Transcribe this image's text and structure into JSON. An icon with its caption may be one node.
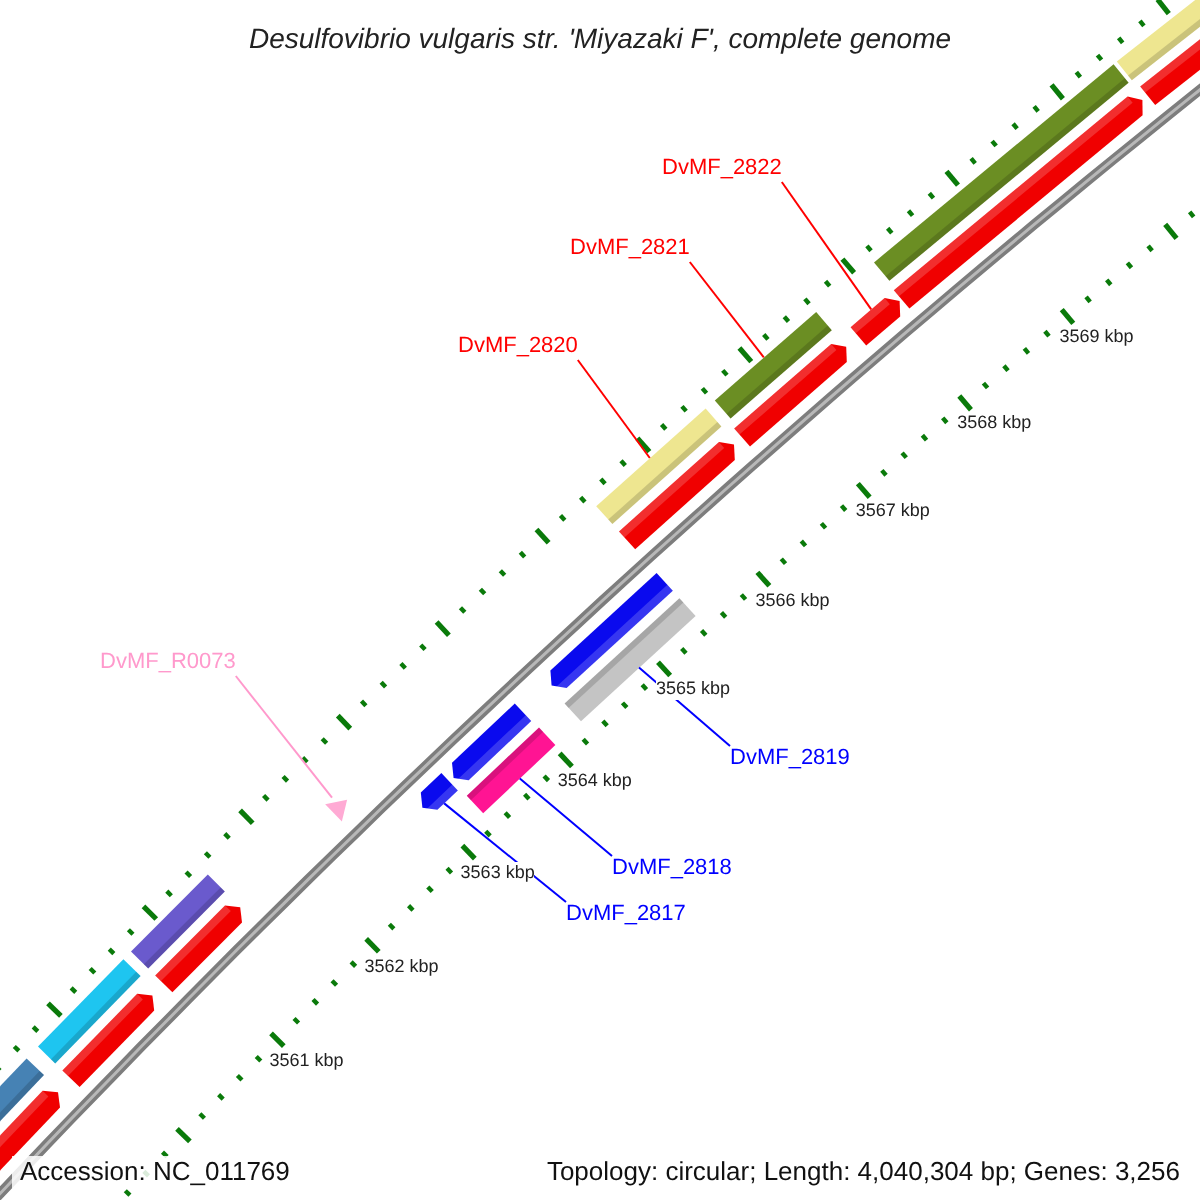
{
  "diagram": {
    "title": "Desulfovibrio vulgaris str. 'Miyazaki F', complete genome",
    "nodes": [
      {
        "text": [
          "DvMF_2822"
        ]
      },
      {
        "text": [
          "DvMF_2821"
        ]
      },
      {
        "text": [
          "DvMF_2820"
        ]
      },
      {
        "text": [
          "DvMF_R0073"
        ]
      },
      {
        "text": [
          "DvMF_2819"
        ]
      },
      {
        "text": [
          "DvMF_2818"
        ]
      },
      {
        "text": [
          "DvMF_2817"
        ]
      },
      {
        "text": [],
        "shape": "triangle"
      },
      {
        "text": [],
        "shape": "bar"
      },
      {
        "text": [],
        "shape": "bar"
      },
      {
        "text": [],
        "shape": "bar"
      },
      {
        "text": [],
        "shape": "bar"
      },
      {
        "text": [],
        "shape": "bar"
      },
      {
        "text": [],
        "shape": "bar"
      }
    ],
    "edges": [
      {
        "from": 0,
        "to": 13,
        "arrow": "none",
        "color": "#ff0000"
      },
      {
        "from": 1,
        "to": 12,
        "arrow": "none",
        "color": "#ff0000"
      },
      {
        "from": 2,
        "to": 11,
        "arrow": "none",
        "color": "#ff0000"
      },
      {
        "from": 3,
        "to": 7,
        "arrow": "none",
        "color": "#ff99cc"
      },
      {
        "from": 4,
        "to": 10,
        "arrow": "none",
        "color": "#0000ff"
      },
      {
        "from": 5,
        "to": 9,
        "arrow": "none",
        "color": "#0000ff"
      },
      {
        "from": 6,
        "to": 8,
        "arrow": "none",
        "color": "#0000ff"
      }
    ],
    "labels": [
      "3569 kbp",
      "3568 kbp",
      "3567 kbp",
      "3566 kbp",
      "3565 kbp",
      "3564 kbp",
      "3563 kbp",
      "3562 kbp",
      "3561 kbp",
      "Accession: NC_011769",
      "Topology: circular; Length: 4,040,304 bp; Genes: 3,256"
    ]
  }
}
